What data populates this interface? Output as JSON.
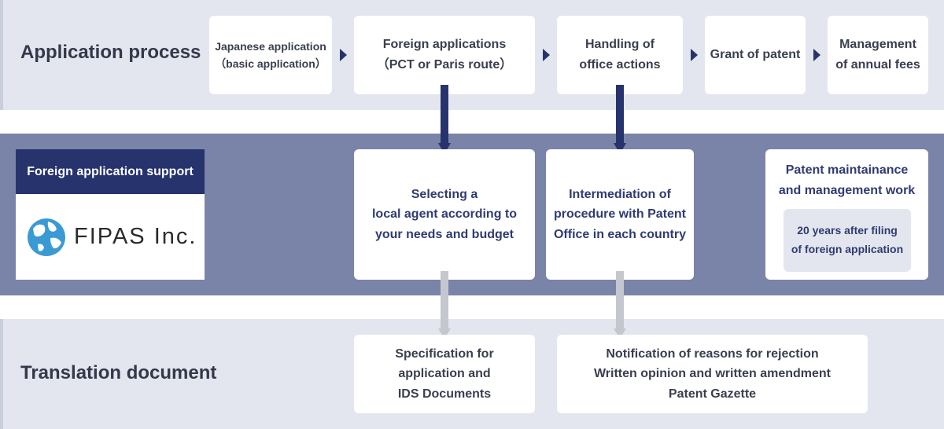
{
  "sections": {
    "application_process": "Application process",
    "translation_document": "Translation document"
  },
  "process_steps": [
    "Japanese application\n（basic application）",
    "Foreign applications\n（PCT or Paris route）",
    "Handling of\noffice actions",
    "Grant of patent",
    "Management\nof annual fees"
  ],
  "support": {
    "header": "Foreign application support",
    "logo_text": "FIPAS Inc."
  },
  "services": [
    "Selecting a\nlocal agent according to\nyour needs and budget",
    "Intermediation of\nprocedure with Patent\nOffice in each country",
    "Patent maintainance\nand management work"
  ],
  "maintenance_note": "20 years after filing\nof foreign application",
  "documents": [
    "Specification for\napplication and\nIDS Documents",
    "Notification of reasons for rejection\nWritten opinion and written amendment\nPatent Gazette"
  ],
  "colors": {
    "navy": "#26336d",
    "band_light": "#e3e6ee",
    "band_mid": "#7a84a8",
    "gray_arrow": "#c4c7ce"
  }
}
